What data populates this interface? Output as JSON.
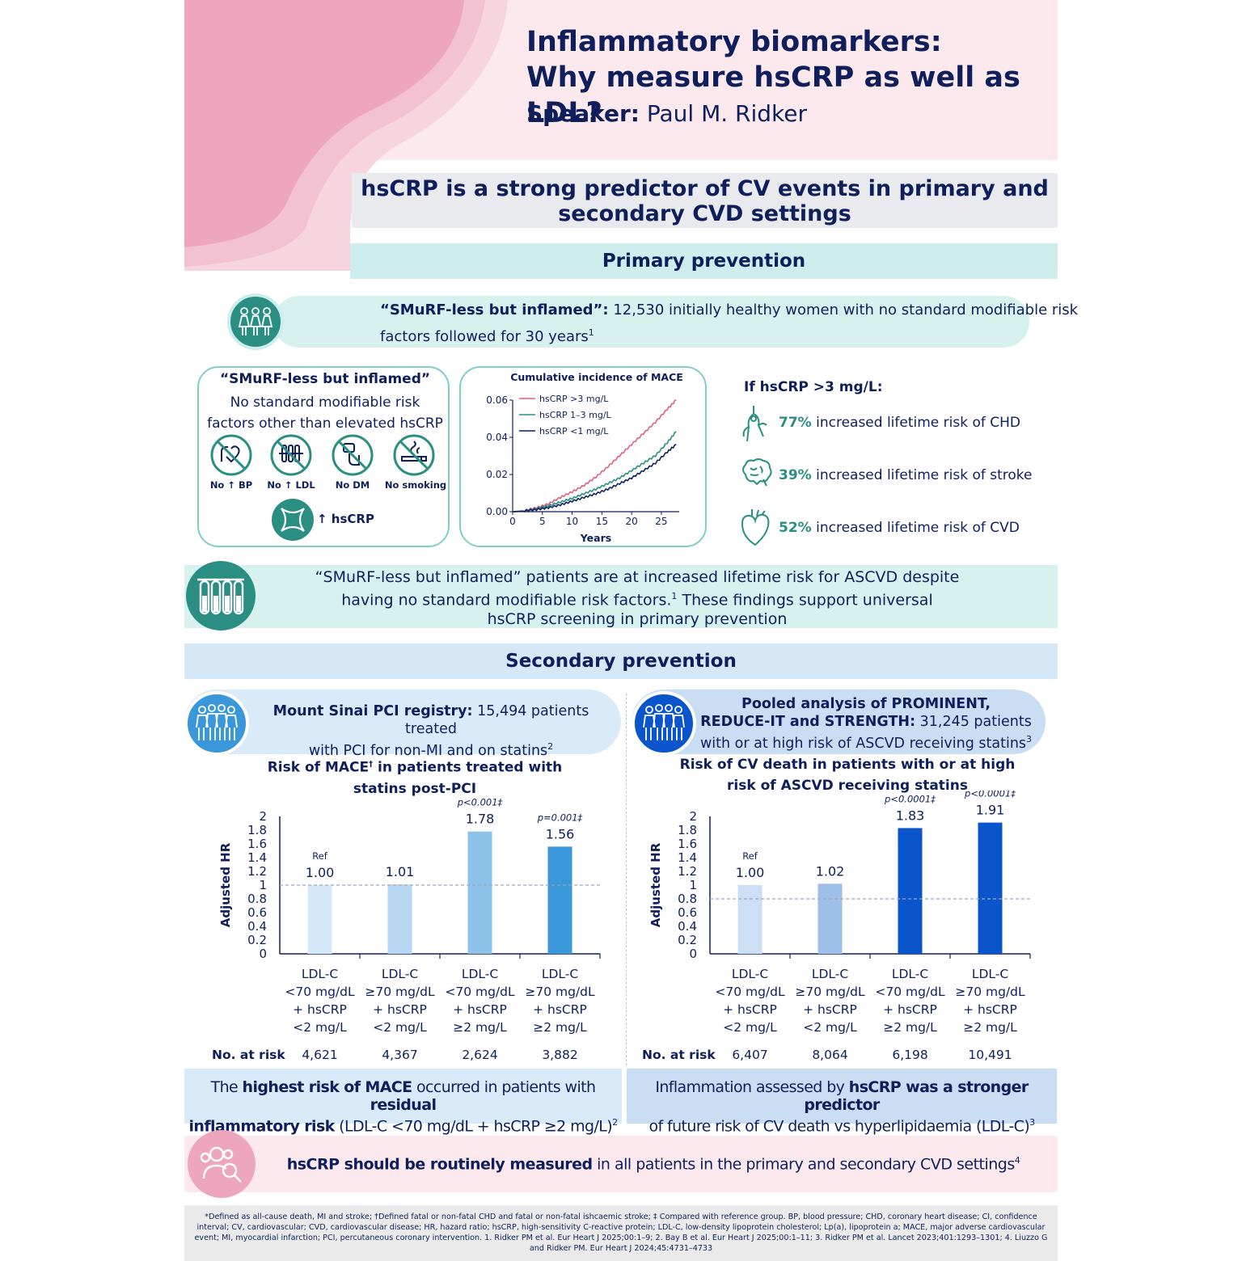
{
  "header": {
    "title_line1": "Inflammatory biomarkers:",
    "title_line2": "Why measure hsCRP as well as LDL?",
    "speaker_label": "Speaker:",
    "speaker_name": " Paul M. Ridker"
  },
  "banner": {
    "line1": "hsCRP is a strong predictor of CV events in primary and",
    "line2": "secondary CVD settings"
  },
  "primary": {
    "title": "Primary prevention",
    "pill_bold": "“SMuRF-less but inflamed”:",
    "pill_text": " 12,530 initially healthy women with no standard modifiable risk factors followed for 30 years",
    "pill_ref": "1",
    "card_heading": "“SMuRF-less but inflamed”",
    "card_sub_line1": "No standard modifiable risk",
    "card_sub_line2": "factors other than elevated hsCRP",
    "icons": [
      {
        "icon": "blood-pressure-icon",
        "label": "No ↑ BP"
      },
      {
        "icon": "test-tubes-icon",
        "label": "No ↑ LDL"
      },
      {
        "icon": "glucose-meter-icon",
        "label": "No DM"
      },
      {
        "icon": "cigarette-icon",
        "label": "No smoking"
      }
    ],
    "hscrp_label": "↑ hsCRP",
    "risk_heading": "If hsCRP >3 mg/L:",
    "risks": [
      {
        "icon": "coronary-artery-icon",
        "pct": "77%",
        "text": " increased lifetime risk of CHD"
      },
      {
        "icon": "brain-icon",
        "pct": "39%",
        "text": " increased lifetime risk of stroke"
      },
      {
        "icon": "heart-icon",
        "pct": "52%",
        "text": " increased lifetime risk of CVD"
      }
    ],
    "conclusion_line1": "“SMuRF-less but inflamed” patients are at increased lifetime risk for ASCVD despite",
    "conclusion_line2a": "having no standard modifiable risk factors.",
    "conclusion_ref": "1",
    "conclusion_line2b": " These findings support universal",
    "conclusion_line3": "hsCRP screening in primary prevention"
  },
  "secondary": {
    "title": "Secondary prevention",
    "left_pill_bold": "Mount Sinai PCI registry:",
    "left_pill_text1": " 15,494 patients treated",
    "left_pill_text2": "with PCI for non-MI and on statins",
    "left_pill_ref": "2",
    "right_pill_bold1": "Pooled analysis of PROMINENT,",
    "right_pill_bold2": "REDUCE-IT and STRENGTH:",
    "right_pill_text2": " 31,245 patients",
    "right_pill_text3": "with or at high risk of ASCVD receiving statins",
    "right_pill_ref": "3",
    "left_chart_title1": "Risk of MACE",
    "left_chart_title_sup": "†",
    "left_chart_title1b": " in patients treated with",
    "left_chart_title2": "statins post-PCI",
    "right_chart_title1": "Risk of CV death in patients with or at high",
    "right_chart_title2": "risk of ASCVD receiving statins",
    "at_risk_label": "No. at risk",
    "note_left_1a": "The ",
    "note_left_1b": "highest risk of MACE",
    "note_left_1c": " occurred in patients with ",
    "note_left_1d": "residual",
    "note_left_2a": "inflammatory risk",
    "note_left_2b": " (LDL-C <70 mg/dL + hsCRP ≥2 mg/L)",
    "note_left_ref": "2",
    "note_right_1a": "Inflammation assessed by ",
    "note_right_1b": "hsCRP was a stronger predictor",
    "note_right_2": "of future risk of CV death vs hyperlipidaemia (LDL-C)",
    "note_right_ref": "3"
  },
  "final": {
    "bold": "hsCRP should be routinely measured",
    "text": " in all patients in the primary and secondary CVD settings",
    "ref": "4"
  },
  "footnote": "*Defined as all-cause death, MI and stroke; †Defined fatal or non-fatal CHD and fatal or non-fatal ishcaemic stroke; ‡ Compared with reference group. BP, blood pressure; CHD, coronary heart disease; CI, confidence interval; CV, cardiovascular; CVD, cardiovascular disease; HR, hazard ratio; hsCRP, high-sensitivity C-reactive protein; LDL-C, low-density lipoprotein cholesterol; Lp(a), lipoprotein a; MACE, major adverse cardiovascular event; MI, myocardial infarction; PCI, percutaneous coronary intervention. 1. Ridker PM et al. Eur Heart J 2025;00:1–9; 2. Bay B et al. Eur Heart J 2025;00:1–11; 3. Ridker PM et al. Lancet 2023;401:1293–1301; 4. Liuzzo G and Ridker PM. Eur Heart J 2024;45:4731–4733",
  "colors": {
    "navy": "#0f1f5c",
    "teal": "#2a8f82",
    "pink": "#fbe9ee",
    "left_bars": [
      "#d5e8f8",
      "#b7d6f1",
      "#8cc1e9",
      "#3a97da"
    ],
    "right_bars": [
      "#cddff5",
      "#9dbfe9",
      "#0b55cc",
      "#0b55cc"
    ]
  },
  "chart_data": [
    {
      "type": "line",
      "title": "Cumulative incidence of MACE",
      "xlabel": "Years",
      "ylabel": "",
      "xlim": [
        0,
        28
      ],
      "ylim": [
        0,
        0.06
      ],
      "xticks": [
        "0",
        "5",
        "10",
        "15",
        "20",
        "25"
      ],
      "yticks": [
        "0.00",
        "0.02",
        "0.04",
        "0.06"
      ],
      "legend": "top-left",
      "series": [
        {
          "name": "hsCRP >3 mg/L",
          "color": "#e0607a",
          "x": [
            0,
            2,
            4,
            6,
            8,
            10,
            12,
            14,
            16,
            18,
            20,
            22,
            24,
            26,
            27.5
          ],
          "y": [
            0,
            0.0005,
            0.002,
            0.004,
            0.0075,
            0.0105,
            0.014,
            0.0185,
            0.024,
            0.03,
            0.036,
            0.042,
            0.048,
            0.055,
            0.06
          ]
        },
        {
          "name": "hsCRP 1–3 mg/L",
          "color": "#2a8f82",
          "x": [
            0,
            2,
            4,
            6,
            8,
            10,
            12,
            14,
            16,
            18,
            20,
            22,
            24,
            26,
            27.5
          ],
          "y": [
            0,
            0.0004,
            0.0015,
            0.003,
            0.005,
            0.007,
            0.0095,
            0.012,
            0.015,
            0.018,
            0.022,
            0.026,
            0.03,
            0.037,
            0.043
          ]
        },
        {
          "name": "hsCRP <1 mg/L",
          "color": "#0f1f5c",
          "x": [
            0,
            2,
            4,
            6,
            8,
            10,
            12,
            14,
            16,
            18,
            20,
            22,
            24,
            26,
            27.5
          ],
          "y": [
            0,
            0.0003,
            0.001,
            0.002,
            0.0035,
            0.0055,
            0.0075,
            0.0095,
            0.012,
            0.015,
            0.018,
            0.022,
            0.026,
            0.032,
            0.036
          ]
        }
      ]
    },
    {
      "type": "bar",
      "title": "Risk of MACE† in patients treated with statins post-PCI",
      "ylabel": "Adjusted HR",
      "ylim": [
        0,
        2
      ],
      "yticks": [
        "0",
        "0.2",
        "0.4",
        "0.6",
        "0.8",
        "1",
        "1.2",
        "1.4",
        "1.6",
        "1.8",
        "2"
      ],
      "reference_line": 1,
      "categories": [
        [
          "LDL-C",
          "<70 mg/dL",
          "+ hsCRP",
          "<2 mg/L"
        ],
        [
          "LDL-C",
          "≥70 mg/dL",
          "+ hsCRP",
          "<2 mg/L"
        ],
        [
          "LDL-C",
          "<70 mg/dL",
          "+ hsCRP",
          "≥2 mg/L"
        ],
        [
          "LDL-C",
          "≥70 mg/dL",
          "+ hsCRP",
          "≥2 mg/L"
        ]
      ],
      "values": [
        1.0,
        1.01,
        1.78,
        1.56
      ],
      "value_labels": [
        "1.00",
        "1.01",
        "1.78",
        "1.56"
      ],
      "annotations": [
        "Ref",
        "",
        "p<0.001‡",
        "p=0.001‡"
      ],
      "at_risk": [
        "4,621",
        "4,367",
        "2,624",
        "3,882"
      ]
    },
    {
      "type": "bar",
      "title": "Risk of CV death in patients with or at high risk of ASCVD receiving statins",
      "ylabel": "Adjusted HR",
      "ylim": [
        0,
        2
      ],
      "yticks": [
        "0",
        "0.2",
        "0.4",
        "0.6",
        "0.8",
        "1",
        "1.2",
        "1.4",
        "1.6",
        "1.8",
        "2"
      ],
      "reference_line": 0.8,
      "categories": [
        [
          "LDL-C",
          "<70 mg/dL",
          "+ hsCRP",
          "<2 mg/L"
        ],
        [
          "LDL-C",
          "≥70 mg/dL",
          "+ hsCRP",
          "<2 mg/L"
        ],
        [
          "LDL-C",
          "<70 mg/dL",
          "+ hsCRP",
          "≥2 mg/L"
        ],
        [
          "LDL-C",
          "≥70 mg/dL",
          "+ hsCRP",
          "≥2 mg/L"
        ]
      ],
      "values": [
        1.0,
        1.02,
        1.83,
        1.91
      ],
      "value_labels": [
        "1.00",
        "1.02",
        "1.83",
        "1.91"
      ],
      "annotations": [
        "Ref",
        "",
        "p<0.0001‡",
        "p<0.0001‡"
      ],
      "at_risk": [
        "6,407",
        "8,064",
        "6,198",
        "10,491"
      ]
    }
  ]
}
